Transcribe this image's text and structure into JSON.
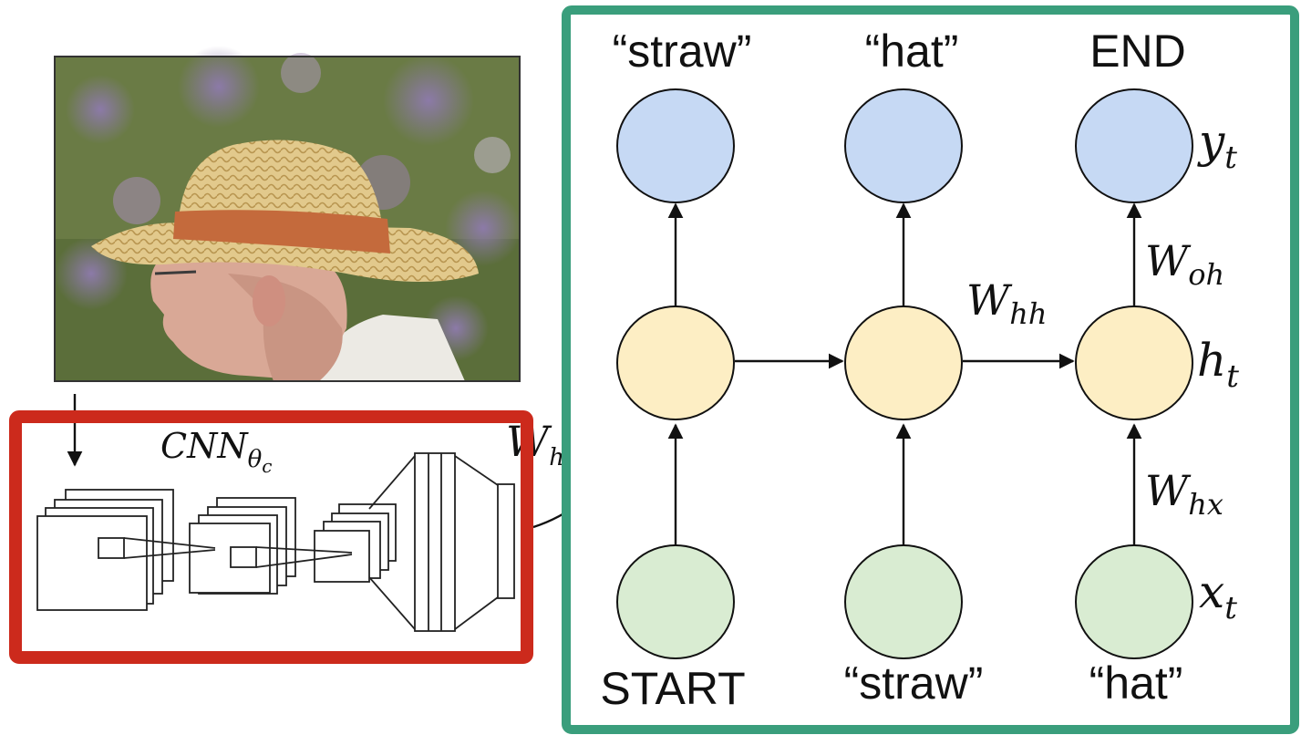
{
  "photo": {
    "alt": "photo of a man wearing a straw hat"
  },
  "cnn": {
    "label": "CNN",
    "label_sub": "θ",
    "label_subsub": "c",
    "box_color": "#cc2a1c"
  },
  "w_hi": {
    "base": "W",
    "sub": "hi"
  },
  "rnn": {
    "box_color": "#3a9e7c",
    "colors": {
      "output": "#c6d9f4",
      "hidden": "#fdeec4",
      "input": "#d9ecd2"
    },
    "top_labels": [
      "“straw”",
      "“hat”",
      "END"
    ],
    "bottom_labels": [
      "START",
      "“straw”",
      "“hat”"
    ],
    "weights": {
      "w_hh": {
        "base": "W",
        "sub": "hh"
      },
      "w_oh": {
        "base": "W",
        "sub": "oh"
      },
      "w_hx": {
        "base": "W",
        "sub": "hx"
      }
    },
    "row_labels": {
      "y_t": {
        "base": "y",
        "sub": "t"
      },
      "h_t": {
        "base": "h",
        "sub": "t"
      },
      "x_t": {
        "base": "x",
        "sub": "t"
      }
    }
  }
}
